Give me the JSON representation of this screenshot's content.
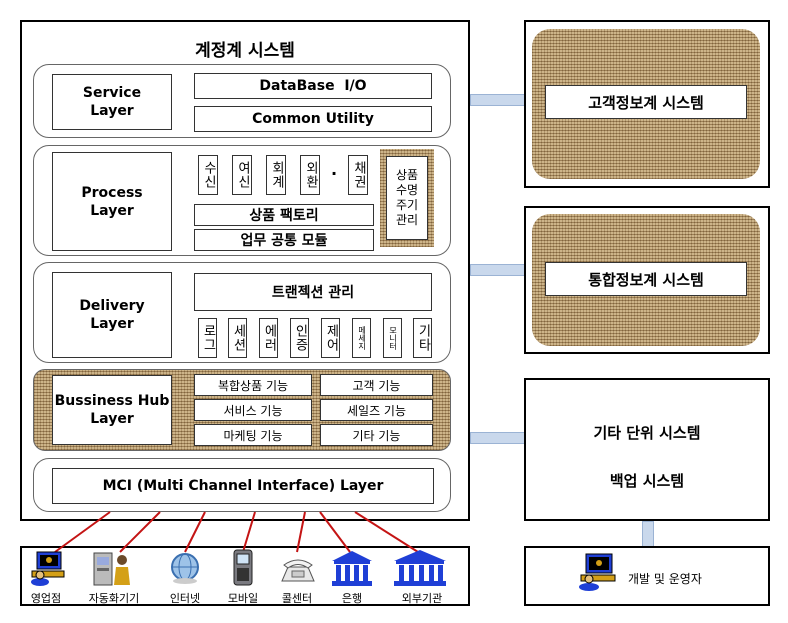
{
  "main_system": {
    "title": "계정계 시스템",
    "service_layer": {
      "label": "Service\nLayer",
      "items": [
        "DataBase  I/O",
        "Common Utility"
      ]
    },
    "process_layer": {
      "label": "Process\nLayer",
      "cells": [
        "수신",
        "여신",
        "회계",
        "외환",
        "·",
        "채권"
      ],
      "side_box": "상품\n수명\n주기\n관리",
      "bars": [
        "상품 팩토리",
        "업무 공통 모듈"
      ]
    },
    "delivery_layer": {
      "label": "Delivery\nLayer",
      "top": "트랜젝션 관리",
      "cells": [
        "로그",
        "세션",
        "에러",
        "인증",
        "제어",
        "메세지",
        "모니터",
        "기타"
      ]
    },
    "hub_layer": {
      "label": "Bussiness Hub\nLayer",
      "items": [
        "복합상품 기능",
        "고객 기능",
        "서비스 기능",
        "세일즈 기능",
        "마케팅 기능",
        "기타 기능"
      ]
    },
    "mci_layer": {
      "label": "MCI (Multi Channel Interface) Layer"
    }
  },
  "right_systems": {
    "customer": "고객정보계 시스템",
    "integrated": "통합정보계 시스템",
    "other": [
      "기타 단위 시스템",
      "백업 시스템"
    ]
  },
  "channels": [
    "영업점",
    "자동화기기",
    "인터넷",
    "모바일",
    "콜센터",
    "은행",
    "외부기관"
  ],
  "developer": "개발 및 운영자",
  "colors": {
    "burlap": "#b99c6f",
    "connector": "#c9d8ec",
    "bank_blue": "#1f3fd6"
  },
  "icons": [
    "terminal-icon",
    "atm-person-icon",
    "globe-icon",
    "mobile-phone-icon",
    "telephone-icon",
    "bank-building-icon",
    "government-building-icon"
  ]
}
